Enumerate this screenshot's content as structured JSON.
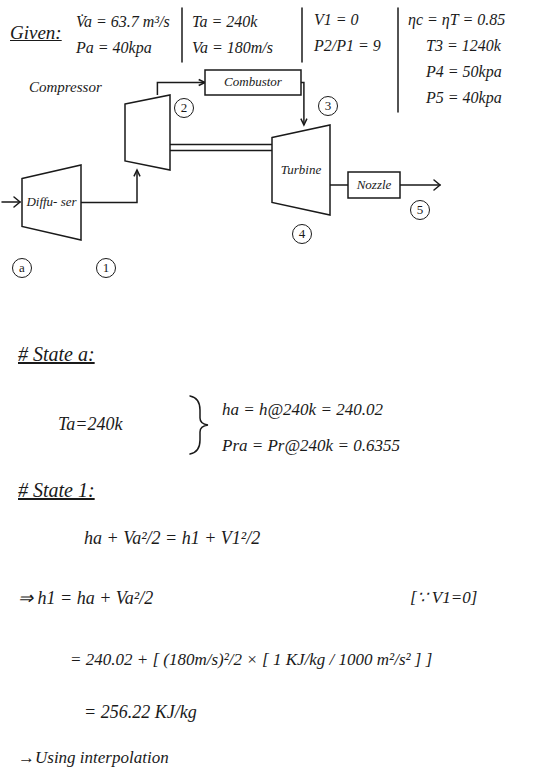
{
  "diagram": {
    "nodes": [
      {
        "text": [
          "Diffu- ser"
        ]
      },
      {
        "text": [
          "Compressor"
        ]
      },
      {
        "text": [
          "Combustor"
        ]
      },
      {
        "text": [
          "Turbine"
        ]
      },
      {
        "text": [
          "Nozzle"
        ]
      }
    ],
    "edges": [
      {
        "from": 0,
        "to": 1,
        "arrow": "to"
      },
      {
        "from": 1,
        "to": 2,
        "arrow": "to"
      },
      {
        "from": 2,
        "to": 3,
        "arrow": "to"
      },
      {
        "from": 3,
        "to": 4,
        "arrow": "none"
      },
      {
        "from": 1,
        "to": 3,
        "arrow": "none"
      }
    ],
    "labels": [
      "Given:",
      "V̇a = 63.7 m³/s",
      "Pa = 40kpa",
      "Ta = 240k",
      "Va = 180m/s",
      "V1 = 0",
      "P2/P1 = 9",
      "ηc = ηT = 0.85",
      "T3 = 1240k",
      "P4 = 50kpa",
      "P5 = 40kpa",
      "2",
      "3",
      "4",
      "5",
      "a",
      "1",
      "# State a:",
      "Ta=240k",
      "ha = h@240k = 240.02",
      "Pra = Pr@240k = 0.6355",
      "# State 1:",
      "ha + Va²/2 = h1 + V1²/2",
      "⇒ h1 = ha + Va²/2",
      "[∵ V1=0]",
      "= 240.02 + [ (180m/s)²/2 × [ 1 KJ/kg / 1000 m²/s² ] ]",
      "= 256.22 KJ/kg",
      "→Using interpolation"
    ]
  }
}
